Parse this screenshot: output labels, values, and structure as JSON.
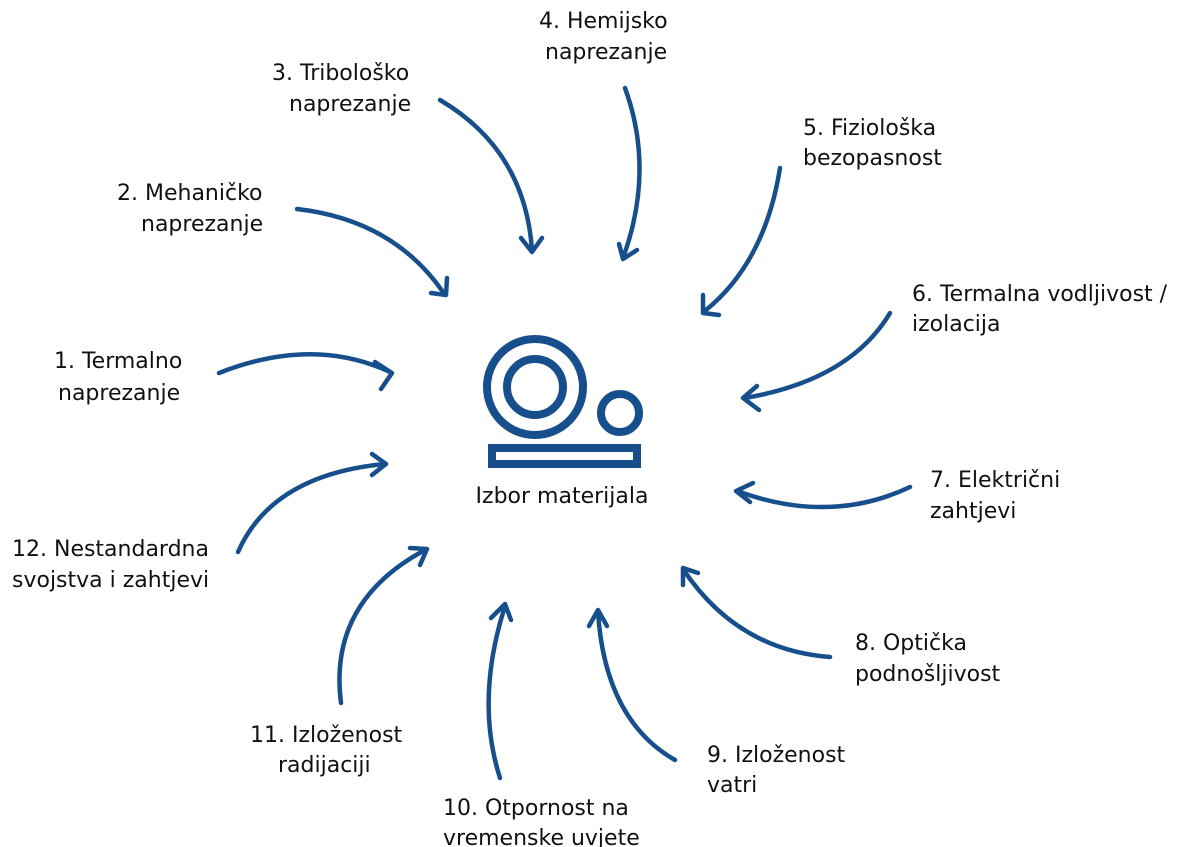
{
  "center": {
    "label": "Izbor materijala",
    "icon": "materials-icon"
  },
  "colors": {
    "accent": "#174f8c",
    "text": "#111111"
  },
  "factors": [
    {
      "line1": "1. Termalno",
      "line2": "naprezanje"
    },
    {
      "line1": "2. Mehaničko",
      "line2": "naprezanje"
    },
    {
      "line1": "3. Tribološko",
      "line2": "naprezanje"
    },
    {
      "line1": "4. Hemijsko",
      "line2": "naprezanje"
    },
    {
      "line1": "5. Fiziološka",
      "line2": "bezopasnost"
    },
    {
      "line1": "6. Termalna vodljivost /",
      "line2": "izolacija"
    },
    {
      "line1": "7. Električni",
      "line2": "zahtjevi"
    },
    {
      "line1": "8. Optička",
      "line2": "podnošljivost"
    },
    {
      "line1": "9. Izloženost",
      "line2": "vatri"
    },
    {
      "line1": "10. Otpornost na",
      "line2": "vremenske uvjete"
    },
    {
      "line1": "11. Izloženost",
      "line2": "radijaciji"
    },
    {
      "line1": "12. Nestandardna",
      "line2": "svojstva i zahtjevi"
    }
  ]
}
